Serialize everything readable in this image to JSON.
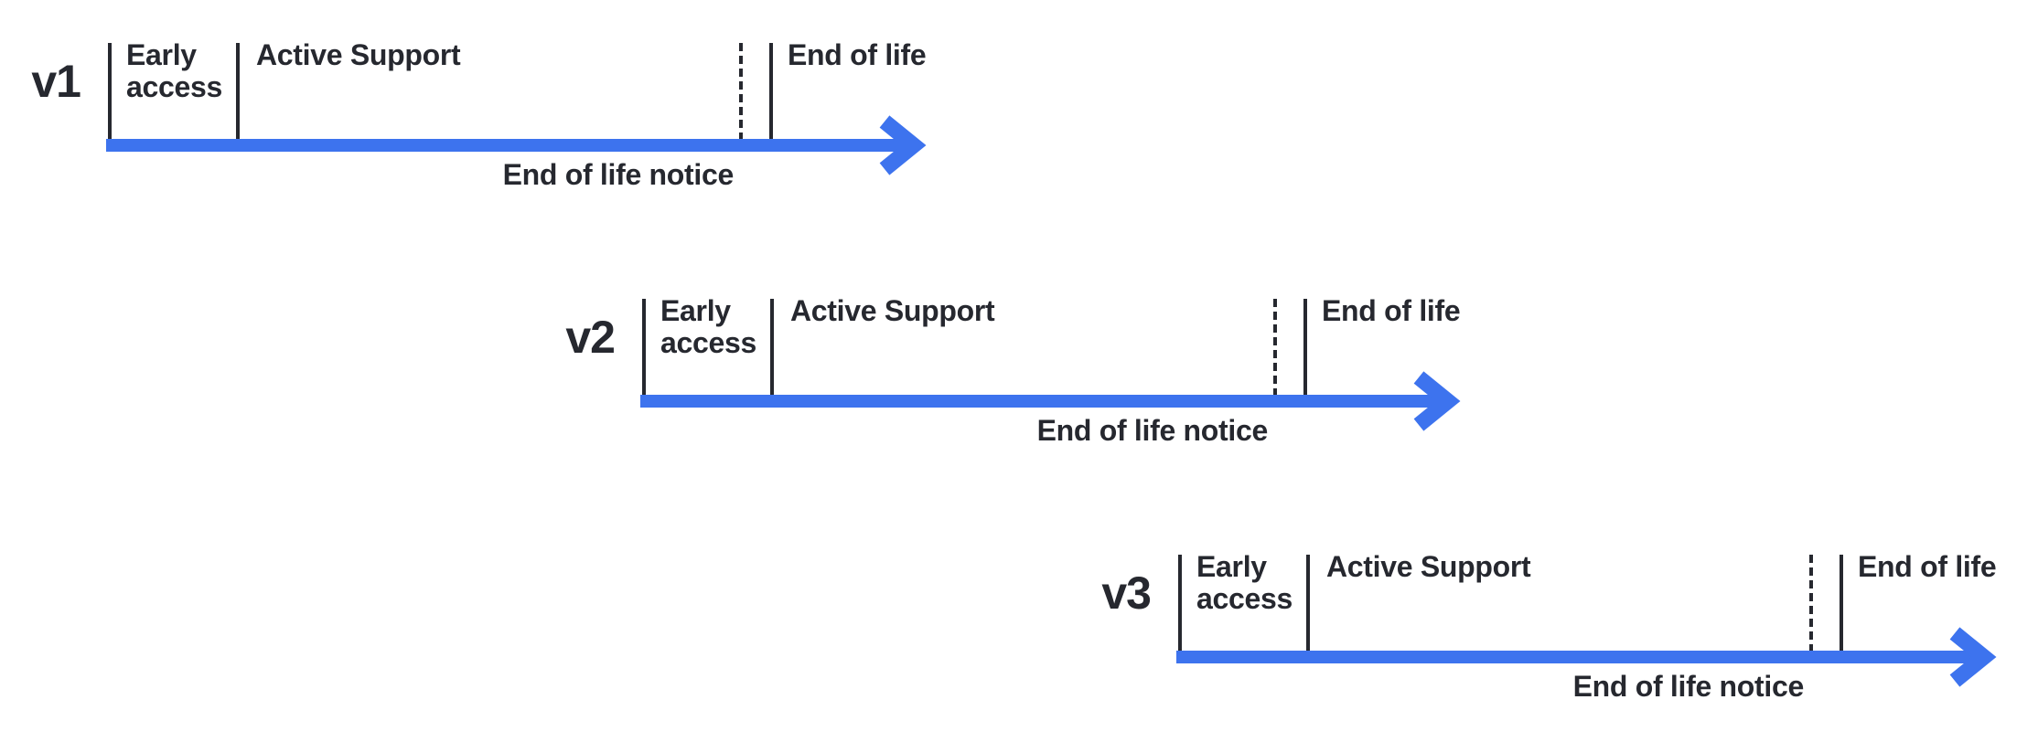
{
  "diagram": {
    "colors": {
      "arrow": "#3D73EE",
      "ink": "#26282F",
      "background": "#FFFFFF"
    },
    "timelines": [
      {
        "version": "v1",
        "labels": {
          "early_access": "Early access",
          "active_support": "Active Support",
          "end_of_life": "End of life",
          "end_of_life_notice": "End of life notice"
        }
      },
      {
        "version": "v2",
        "labels": {
          "early_access": "Early access",
          "active_support": "Active Support",
          "end_of_life": "End of life",
          "end_of_life_notice": "End of life notice"
        }
      },
      {
        "version": "v3",
        "labels": {
          "early_access": "Early access",
          "active_support": "Active Support",
          "end_of_life": "End of life",
          "end_of_life_notice": "End of life notice"
        }
      }
    ]
  }
}
